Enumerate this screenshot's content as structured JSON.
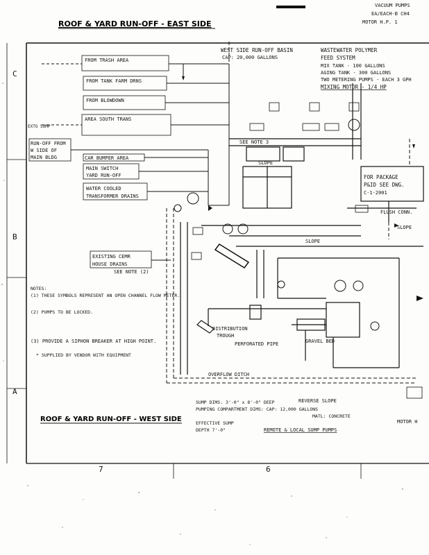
{
  "header": {
    "title_east": "ROOF & YARD RUN-OFF - EAST SIDE",
    "title_west": "ROOF & YARD RUN-OFF - WEST SIDE",
    "corner_1": "VACUUM PUMPS",
    "corner_2": "EA/EACH-B CH4",
    "corner_3": "MOTOR H.P. 1"
  },
  "border": {
    "letters": [
      "C",
      "B",
      "A"
    ],
    "numbers": [
      "7",
      "6"
    ]
  },
  "labels": {
    "from_trash_area": "FROM TRASH AREA",
    "from_tank_farm": "FROM TANK FARM DRNS",
    "from_blowdown": "FROM BLOWDOWN",
    "area_south_trans": "AREA SOUTH TRANS",
    "drivethrough": "EXTG SUMP",
    "runoff_from": "RUN-OFF FROM",
    "w_side_of": "W SIDE OF",
    "main_bldg": "MAIN BLDG",
    "car_bumper": "CAR BUMPER AREA",
    "main_switch": "MAIN SWITCH",
    "yard_runoff": "YARD RUN-OFF",
    "water_cooled": "WATER COOLED",
    "transformer_drains": "TRANSFORMER DRAINS",
    "existing_roof": "EXISTING CEMR",
    "house_drains": "HOUSE DRAINS",
    "see_note_2": "SEE NOTE (2)",
    "west_side_basin": "WEST SIDE RUN-OFF BASIN",
    "cap_gallons": "CAP: 20,000 GALLONS",
    "polymer": "WASTEWATER POLYMER",
    "feed_system": "FEED SYSTEM",
    "mix_tank": "MIX TANK - 100 GALLONS",
    "aging_tank": "AGING TANK - 300 GALLONS",
    "metering_pumps": "TWO METERING PUMPS - EACH 3 GPH",
    "mixing_motor": "MIXING MOTOR - 1/4 HP",
    "see_note_3": "SEE NOTE 3",
    "slope": "SLOPE",
    "for_package": "FOR PACKAGE",
    "p_id_see": "P&ID SEE DWG.",
    "dwg_no": "C-1-2001",
    "flush_conn": "FLUSH CONN.",
    "distribution": "DISTRIBUTION",
    "trough": "TROUGH",
    "perforated_pipe": "PERFORATED PIPE",
    "gravel_bed": "GRAVEL BED",
    "overflow_ditch": "OVERFLOW DITCH",
    "reverse_slope": "REVERSE SLOPE",
    "sump_dims": "SUMP DIMS. 3'-0\" x 8'-0\" DEEP",
    "pumping_compartment": "PUMPING COMPARTMENT DIMS: CAP: 12,000 GALLONS",
    "matl_concrete": "MATL: CONCRETE",
    "effective_sump": "EFFECTIVE SUMP",
    "depth": "DEPTH 7'-0\"",
    "pumps_label": "REMOTE & LOCAL SUMP PUMPS",
    "motor_hp": "MOTOR H"
  },
  "notes": {
    "heading": "NOTES:",
    "note1": "(1) THESE SYMBOLS REPRESENT AN OPEN CHANNEL FLOW METER.",
    "note2": "(2) PUMPS TO BE LOCKED.",
    "note3": "(3) PROVIDE A SIPHON BREAKER AT HIGH POINT.",
    "note4": "* SUPPLIED BY VENDOR WITH EQUIPMENT"
  },
  "colors": {
    "ink": "#111111",
    "paper": "#fdfdfb"
  }
}
